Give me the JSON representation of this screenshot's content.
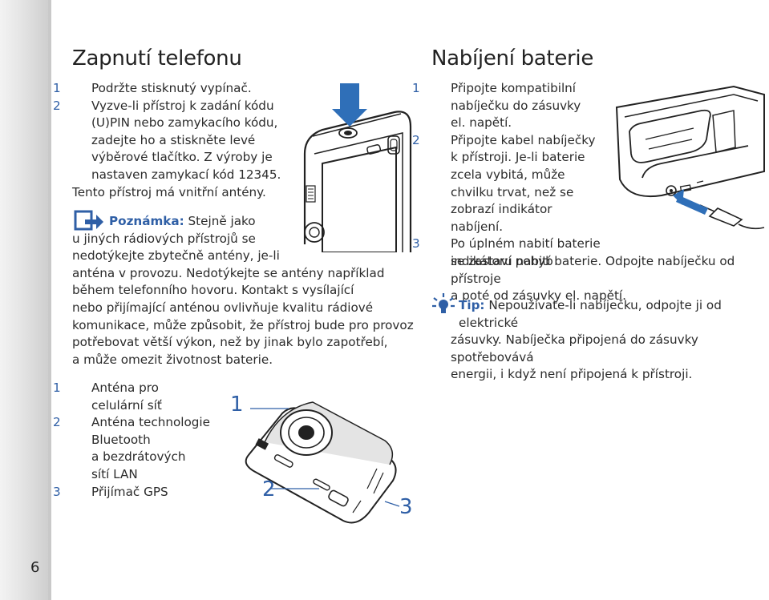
{
  "page_number": "6",
  "left": {
    "title": "Zapnutí telefonu",
    "steps": [
      {
        "num": "1",
        "lines": [
          "Podržte stisknutý vypínač."
        ]
      },
      {
        "num": "2",
        "lines": [
          "Vyzve-li přístroj k zadání kódu",
          "(U)PIN nebo zamykacího kódu,",
          "zadejte ho a stiskněte levé",
          "výběrové tlačítko. Z výroby je",
          "nastaven zamykací kód 12345."
        ]
      }
    ],
    "antenna_line": "Tento přístroj má vnitřní antény.",
    "note_label": "Poznámka:",
    "note_first": " Stejně jako",
    "note_lines": [
      "u jiných rádiových přístrojů se",
      "nedotýkejte zbytečně antény, je-li",
      "anténa v provozu."
    ],
    "note_blue_1": " Nedotýkejte se antény například",
    "note_blue_2": "během telefonního hovoru.",
    "para_first": " Kontakt s vysílající",
    "para_lines": [
      "nebo přijímající anténou ovlivňuje kvalitu rádiové",
      "komunikace, může způsobit, že přístroj bude pro provoz",
      "potřebovat větší výkon, než by jinak bylo zapotřebí,",
      "a může omezit životnost baterie."
    ],
    "antenna_list": [
      {
        "num": "1",
        "lines": [
          "Anténa pro",
          "celulární síť"
        ]
      },
      {
        "num": "2",
        "lines": [
          "Anténa technologie",
          "Bluetooth",
          "a bezdrátových",
          "sítí LAN"
        ]
      },
      {
        "num": "3",
        "lines": [
          "Přijímač GPS"
        ]
      }
    ],
    "figure_labels": [
      "1",
      "2",
      "3"
    ]
  },
  "right": {
    "title": "Nabíjení baterie",
    "step1": {
      "num": "1",
      "lines": [
        "Připojte kompatibilní",
        "nabíječku do zásuvky",
        "el. napětí."
      ]
    },
    "step2": {
      "num": "2",
      "lines": [
        "Připojte kabel nabíječky",
        "k přístroji. Je-li baterie",
        "zcela vybitá, může",
        "chvilku trvat, než se",
        "zobrazí indikátor nabíjení."
      ]
    },
    "step3": {
      "num": "3",
      "lines": [
        "Po úplném nabití baterie",
        "se zastaví pohyb"
      ],
      "last_black": "indikátoru nabití baterie.",
      "last_blue": " Odpojte nabíječku od přístroje",
      "extra": "a poté od zásuvky el. napětí."
    },
    "tip_label": "Tip:",
    "tip_first": " Nepoužívate-li nabíječku, odpojte ji od elektrické",
    "tip_lines": [
      "zásuvky. Nabíječka připojená do zásuvky spotřebovává",
      "energii, i když není připojená k přístroji."
    ]
  },
  "colors": {
    "accent": "#2f5fa6",
    "text": "#2b2b2b",
    "sidebar": "#dcdcdc"
  }
}
